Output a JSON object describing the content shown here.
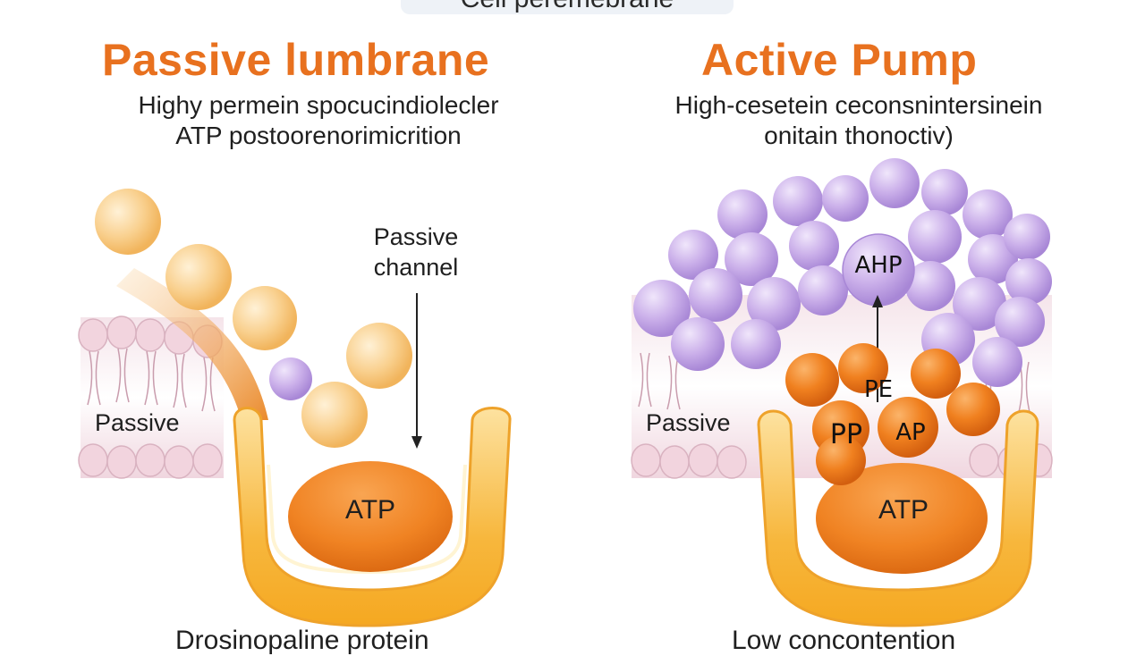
{
  "header": {
    "title": "Cell peremebrane"
  },
  "left_panel": {
    "title": "Passive lumbrane",
    "subtitle_line1": "Highy permein spocucindiolecler",
    "subtitle_line2": "ATP postoorenorimicrition",
    "channel_label_line1": "Passive",
    "channel_label_line2": "channel",
    "membrane_label": "Passive",
    "protein_label": "ATP",
    "bottom_caption": "Drosinopaline protein"
  },
  "right_panel": {
    "title": "Active Pump",
    "subtitle_line1": "High-cesetein ceconsnintersinein",
    "subtitle_line2": "onitain thonoctiv)",
    "membrane_label": "Passive",
    "top_molecule_label": "AHP",
    "mid_label_1": "PE",
    "mid_label_2": "PP",
    "mid_label_3": "AP",
    "protein_label": "ATP",
    "bottom_caption": "Low concontention"
  },
  "colors": {
    "accent_orange": "#e8711f",
    "light_orange": "#f8c77a",
    "purple": "#c6a8e6",
    "membrane_pink": "#f3dde3",
    "protein_yellow": "#f7b53a"
  }
}
